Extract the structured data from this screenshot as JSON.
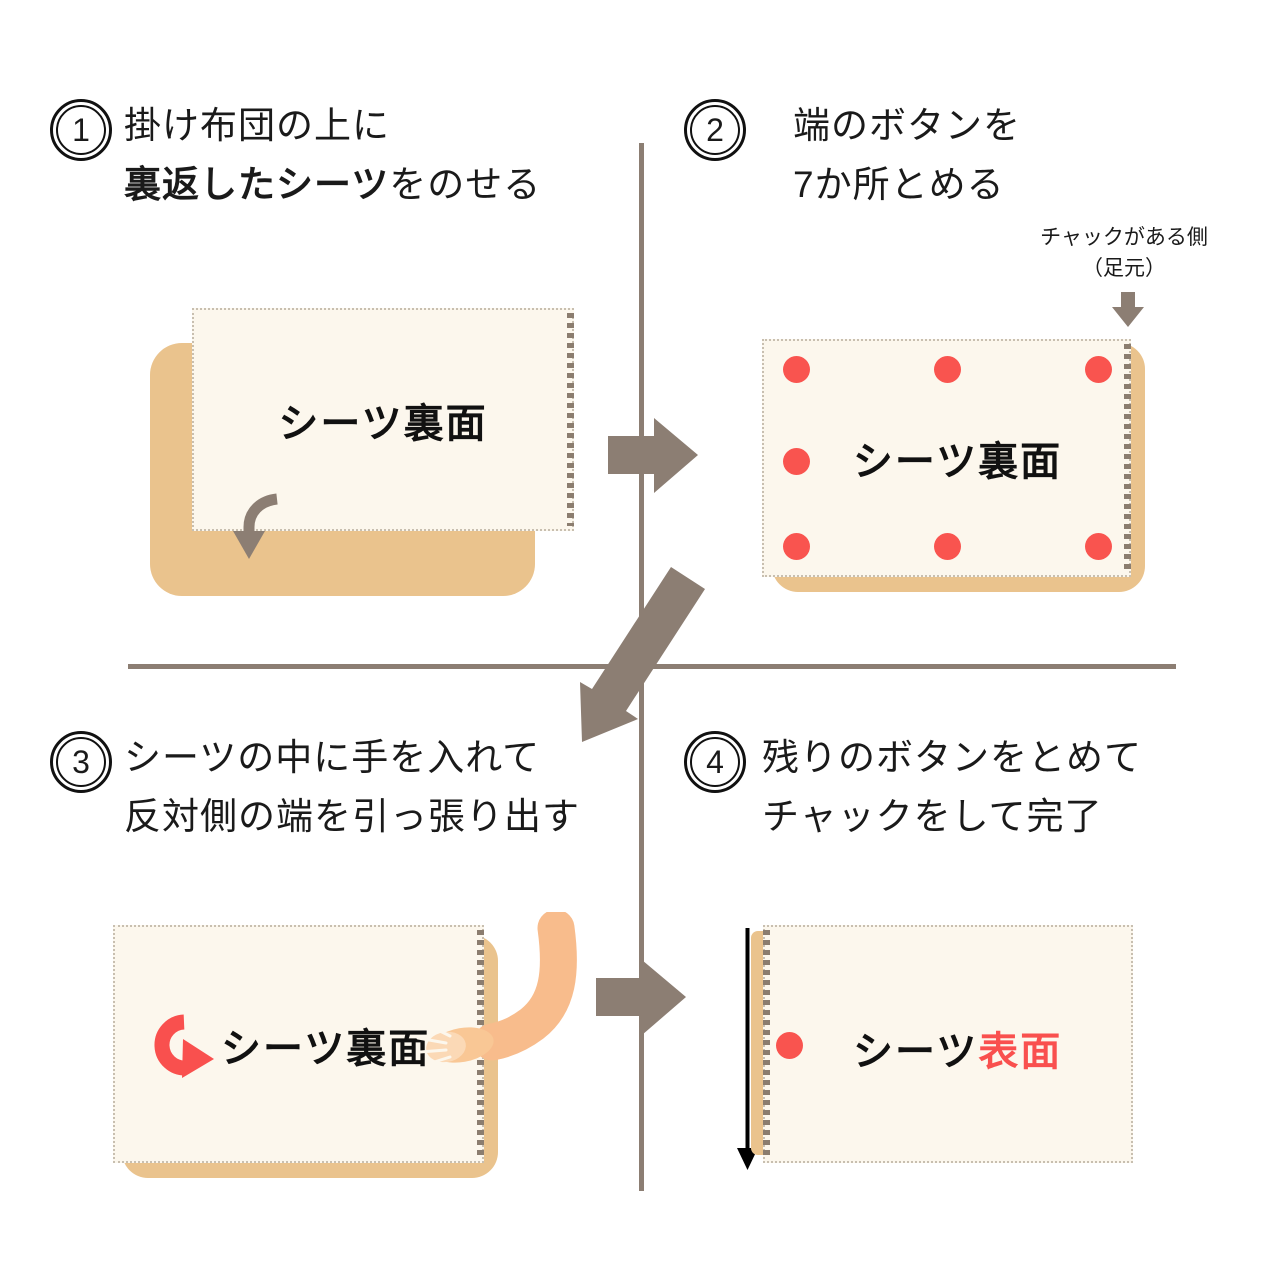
{
  "steps": [
    {
      "number": "1",
      "heading_line1": "掛け布団の上に",
      "heading_line2_bold": "裏返したシーツ",
      "heading_line2_rest": "をのせる",
      "sheet_label": "シーツ裏面"
    },
    {
      "number": "2",
      "heading_line1": "端のボタンを",
      "heading_line2": "7か所とめる",
      "annotation_line1": "チャックがある側",
      "annotation_line2": "（足元）",
      "sheet_label": "シーツ裏面",
      "button_count": 7
    },
    {
      "number": "3",
      "heading_line1": "シーツの中に手を入れて",
      "heading_line2": "反対側の端を引っ張り出す",
      "sheet_label": "シーツ裏面"
    },
    {
      "number": "4",
      "heading_line1": "残りのボタンをとめて",
      "heading_line2": "チャックをして完了",
      "sheet_label_black": "シーツ",
      "sheet_label_red": "表面",
      "button_count": 1
    }
  ],
  "colors": {
    "sheet_cream": "#FCF7ED",
    "comforter_tan": "#EAC38D",
    "accent_red": "#F9544F",
    "divider_brown": "#8C7E73",
    "zipper_brown": "#8B7D6F",
    "arm_peach": "#F8BC8C",
    "text_black": "#111111"
  },
  "icons": {
    "right-arrow-icon": "➡ block arrow between steps",
    "diagonal-arrow-icon": "⬊ block arrow from step 2 to step 3",
    "down-arrow-icon": "⬇ small arrow marking zipper side",
    "flip-arrow-icon": "⤵ curved arrow laying sheet onto comforter",
    "insert-arrow-icon": "↪ red arrow showing hand going inside sheet",
    "pull-down-arrow-icon": "↓ black arrow showing pulled-out edge",
    "arm-hand-icon": "arm reaching into the sheet opening"
  }
}
